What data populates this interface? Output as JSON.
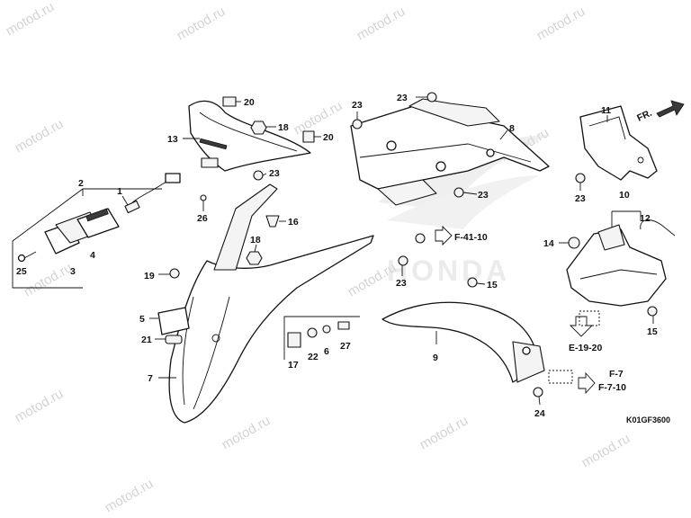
{
  "watermark": "motod.ru",
  "diagram_code": "K01GF3600",
  "direction": "FR.",
  "brand_text": "HONDA",
  "refs": {
    "f41": "F-41-10",
    "e19": "E-19-20",
    "f7": "F-7",
    "f710": "F-7-10"
  },
  "parts": {
    "p1": "1",
    "p2": "2",
    "p3": "3",
    "p4": "4",
    "p5": "5",
    "p6": "6",
    "p7": "7",
    "p8": "8",
    "p9": "9",
    "p10": "10",
    "p11": "11",
    "p12": "12",
    "p13": "13",
    "p14": "14",
    "p15": "15",
    "p16": "16",
    "p17": "17",
    "p18": "18",
    "p19": "19",
    "p20": "20",
    "p21": "21",
    "p22": "22",
    "p23": "23",
    "p24": "24",
    "p25": "25",
    "p26": "26",
    "p27": "27"
  }
}
